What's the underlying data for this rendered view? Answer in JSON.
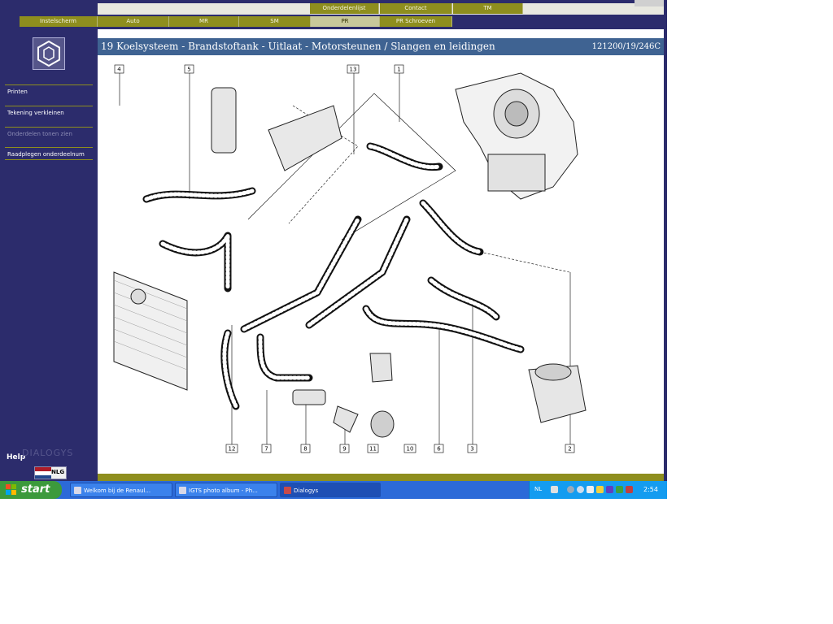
{
  "top_tabs_row1": [
    {
      "label": "Onderdelenlijst",
      "active": false
    },
    {
      "label": "Contact",
      "active": false
    },
    {
      "label": "TM",
      "active": false
    }
  ],
  "top_tabs_row2": [
    {
      "label": "Instelscherm",
      "active": false
    },
    {
      "label": "Auto",
      "active": false
    },
    {
      "label": "MR",
      "active": false
    },
    {
      "label": "SM",
      "active": false
    },
    {
      "label": "PR",
      "active": true
    },
    {
      "label": "PR Schroeven",
      "active": false
    }
  ],
  "sidebar": {
    "items": [
      {
        "label": "Printen",
        "enabled": true
      },
      {
        "label": "Tekening verkleinen",
        "enabled": true
      },
      {
        "label": "Onderdelen tonen zien",
        "enabled": false
      },
      {
        "label": "Raadplegen onderdeelnum",
        "enabled": true
      }
    ],
    "help_label": "Help",
    "brand": "DIALOGYS",
    "language_code": "NLG"
  },
  "content": {
    "title": "19 Koelsysteem - Brandstoftank - Uitlaat - Motorsteunen / Slangen en leidingen",
    "code": "121200/19/246C"
  },
  "diagram": {
    "callouts_top": [
      "4",
      "5",
      "13",
      "1"
    ],
    "callouts_bottom": [
      "12",
      "7",
      "8",
      "9",
      "11",
      "10",
      "6",
      "3",
      "2"
    ]
  },
  "taskbar": {
    "start_label": "start",
    "tasks": [
      {
        "label": "Welkom bij de Renaul...",
        "active": false
      },
      {
        "label": "IGTS photo album - Ph...",
        "active": false
      },
      {
        "label": "Dialogys",
        "active": true
      }
    ],
    "tray_language": "NL",
    "clock": "2:54"
  },
  "colors": {
    "navy": "#2c2c6c",
    "olive_tab": "#8e8e1e",
    "title_blue": "#3f6392",
    "taskbar_blue": "#2c6ad8"
  }
}
